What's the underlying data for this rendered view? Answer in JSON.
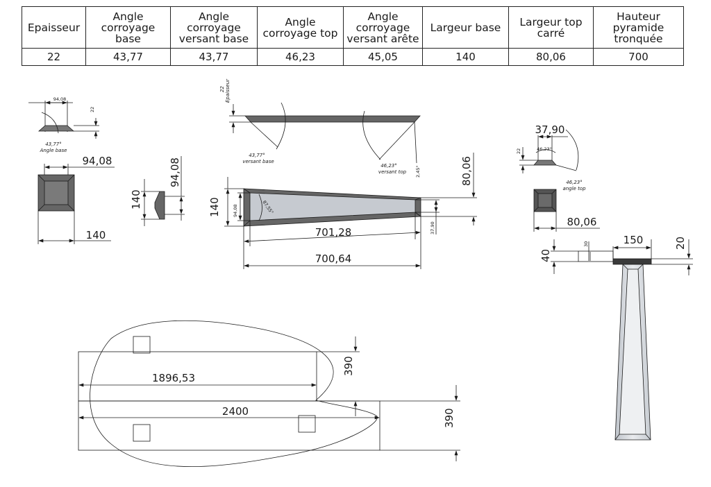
{
  "table": {
    "headers": [
      "Epaisseur",
      "Angle corroyage base",
      "Angle corroyage versant base",
      "Angle corroyage top",
      "Angle corroyage versant arête",
      "Largeur base",
      "Largeur top carré",
      "Hauteur pyramide tronquée"
    ],
    "values": [
      "22",
      "43,77",
      "43,77",
      "46,23",
      "45,05",
      "140",
      "80,06",
      "700"
    ]
  },
  "section_profile": {
    "width_label": "94,08",
    "height_label": "22",
    "angle_label": "43,77°",
    "angle_name": "Angle base"
  },
  "base_square": {
    "inner_label": "94,08",
    "outer_label": "140"
  },
  "side_profile_small": {
    "height_outer": "140",
    "height_inner": "94,08"
  },
  "plank_top": {
    "thickness_label": "22",
    "thickness_name": "Epaisseur",
    "angle_base_label": "43,77°",
    "angle_base_name": "versant base",
    "angle_top_label": "46,23°",
    "angle_top_name": "versant top",
    "edge_angle_label": "2,45°"
  },
  "plank_side": {
    "height_outer": "140",
    "height_inner": "94,08",
    "top_outer": "80,06",
    "top_inner": "37,90",
    "angle_label": "87,55°",
    "length_inner": "701,28",
    "length_outer": "700,64"
  },
  "top_profile": {
    "width_label": "37,90",
    "height_label": "22",
    "inner_angle_label": "46,23°",
    "angle_label": "46,23°",
    "angle_name": "angle top"
  },
  "top_square": {
    "width_label": "80,06"
  },
  "pyramid": {
    "plate_width": "150",
    "plate_thickness": "20",
    "offset_small": "30",
    "offset_large": "40"
  },
  "table_top": {
    "upper_length": "1896,53",
    "upper_height": "390",
    "lower_length": "2400",
    "lower_height": "390"
  }
}
